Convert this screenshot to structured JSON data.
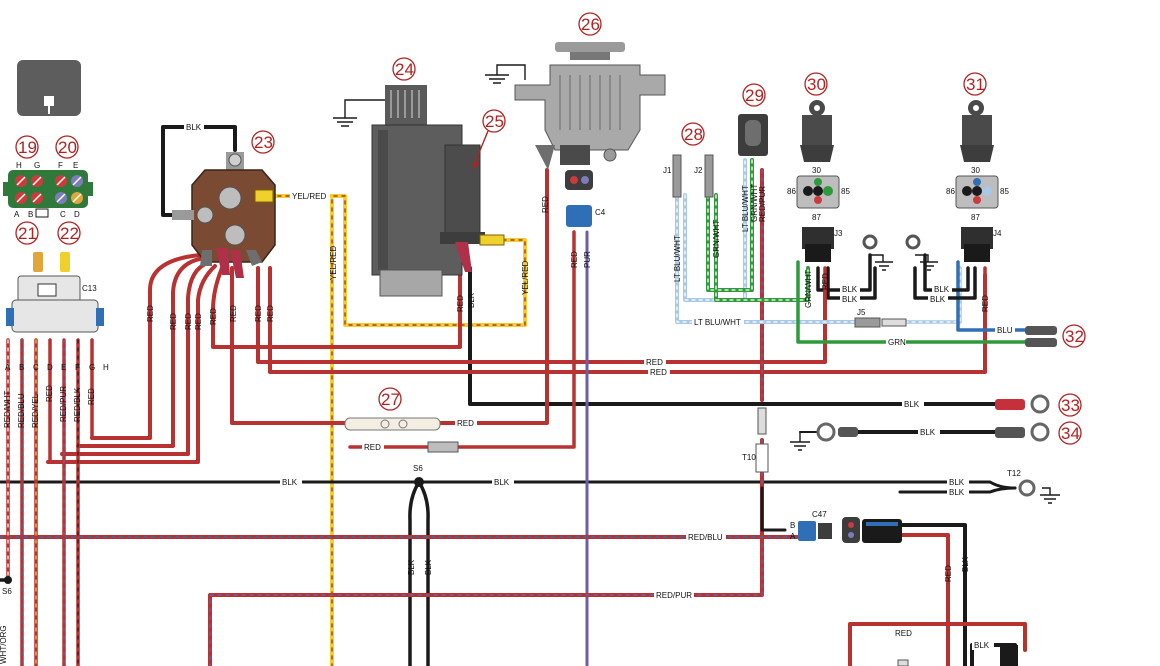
{
  "colors": {
    "red": "#b83232",
    "black": "#1a1a1a",
    "yellow": "#f0d02a",
    "purple": "#6a5fa8",
    "green": "#2f9a3a",
    "light_blue": "#a9c8e6",
    "blue": "#2f6fb5",
    "callout": "#b22222",
    "component_gray": "#8c8c8c",
    "solenoid_brown": "#7a4a32"
  },
  "callouts": [
    "19",
    "20",
    "21",
    "22",
    "23",
    "24",
    "25",
    "26",
    "27",
    "28",
    "29",
    "30",
    "31",
    "32",
    "33",
    "34"
  ],
  "connectors": {
    "c13": "C13",
    "c4": "C4",
    "c47": "C47",
    "j1": "J1",
    "j2": "J2",
    "j3": "J3",
    "j4": "J4",
    "j5": "J5",
    "t10": "T10",
    "t12": "T12",
    "s6_top": "S6",
    "s6_left": "S6"
  },
  "pin_letters": {
    "fuse_top_left": [
      "H",
      "G"
    ],
    "fuse_top_right": [
      "F",
      "E"
    ],
    "fuse_bottom_left": [
      "A",
      "B"
    ],
    "fuse_bottom_right": [
      "C",
      "D"
    ],
    "c13_pins": [
      "A",
      "B",
      "C",
      "D",
      "E",
      "F",
      "G",
      "H"
    ],
    "c47_pins": [
      "B",
      "A"
    ]
  },
  "relay_pins": {
    "relay30": [
      "30",
      "86",
      "85",
      "87"
    ],
    "relay31": [
      "30",
      "86",
      "85",
      "87"
    ]
  },
  "wire_labels": {
    "blk": "BLK",
    "red": "RED",
    "yel_red": "YEL/RED",
    "pur": "PUR",
    "grn": "GRN",
    "blu": "BLU",
    "red_blu": "RED/BLU",
    "red_pur": "RED/PUR",
    "red_wht": "RED/WHT",
    "red_yel": "RED/YEL",
    "red_blk": "RED/BLK",
    "lt_blu_wht": "LT BLU/WHT",
    "grn_wht": "GRN/WHT",
    "wht_org": "WHT/ORG"
  }
}
